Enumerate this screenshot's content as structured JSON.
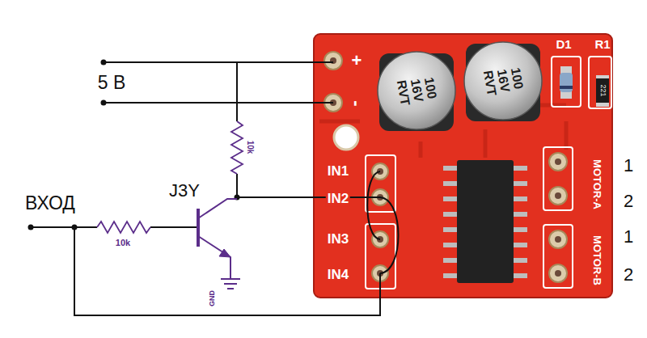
{
  "diagram": {
    "nodes": [
      {
        "text": [
          "+",
          "-",
          "IN1",
          "IN2",
          "IN3",
          "IN4",
          "MOTOR-A",
          "MOTOR-B",
          "D1",
          "R1"
        ]
      },
      {
        "text": [
          "100 16V RVT"
        ],
        "in": 0
      },
      {
        "text": [
          "100 16V RVT"
        ],
        "in": 0
      },
      {
        "text": [
          "221"
        ],
        "in": 0
      }
    ],
    "labels": [
      "5 В",
      "ВХОД",
      "J3Y",
      "10k",
      "10k",
      "GND",
      "1",
      "2",
      "1",
      "2"
    ]
  }
}
